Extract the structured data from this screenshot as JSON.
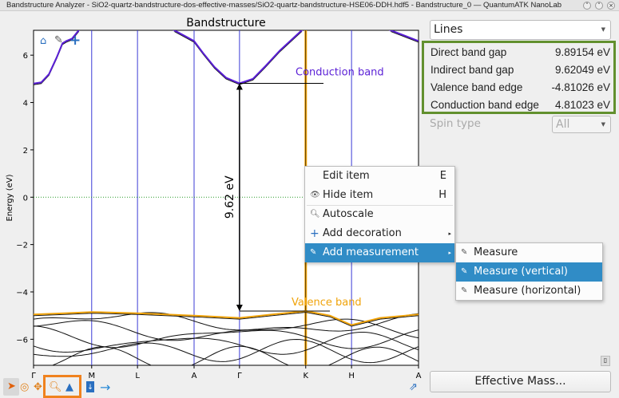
{
  "window": {
    "title": "Bandstructure Analyzer - SiO2-quartz-bandstructure-dos-effective-masses/SiO2-quartz-bandstructure-HSE06-DDH.hdf5 - Bandstructure_0 — QuantumATK NanoLab"
  },
  "chart_data": {
    "type": "line",
    "title": "Bandstructure",
    "xlabel": "",
    "ylabel": "Energy (eV)",
    "ylim": [
      -7.1,
      7.05
    ],
    "yticks": [
      6,
      4,
      2,
      0,
      -2,
      -4,
      -6
    ],
    "ytick_labels": [
      "6",
      "4",
      "2",
      "0",
      "−2",
      "−4",
      "−6"
    ],
    "xticks": [
      0,
      0.151,
      0.27,
      0.417,
      0.535,
      0.707,
      0.826,
      1
    ],
    "xtick_labels": [
      "Γ",
      "M",
      "L",
      "A",
      "Γ",
      "K",
      "H",
      "A"
    ],
    "fermi_level": 0,
    "highlight_k": 0.707,
    "series": [
      {
        "name": "Conduction band",
        "color": "#5a1fd6",
        "points": [
          [
            0,
            4.8
          ],
          [
            0.02,
            4.85
          ],
          [
            0.04,
            5.2
          ],
          [
            0.06,
            5.9
          ],
          [
            0.075,
            6.5
          ],
          [
            0.085,
            6.6
          ],
          [
            0.1,
            6.7
          ],
          [
            0.12,
            7.1
          ],
          null,
          [
            0.36,
            7.1
          ],
          [
            0.4,
            6.75
          ],
          [
            0.417,
            6.6
          ],
          [
            0.44,
            6.1
          ],
          [
            0.47,
            5.5
          ],
          [
            0.5,
            5.05
          ],
          [
            0.535,
            4.81
          ],
          [
            0.57,
            5.0
          ],
          [
            0.6,
            5.5
          ],
          [
            0.64,
            6.2
          ],
          [
            0.68,
            6.8
          ],
          [
            0.7,
            7.1
          ],
          null,
          [
            0.92,
            7.1
          ],
          [
            0.96,
            6.85
          ],
          [
            1,
            6.6
          ]
        ]
      },
      {
        "name": "Valence band",
        "color": "#f0a30a",
        "points": [
          [
            0,
            -4.95
          ],
          [
            0.08,
            -4.9
          ],
          [
            0.151,
            -4.85
          ],
          [
            0.27,
            -4.9
          ],
          [
            0.417,
            -5.0
          ],
          [
            0.535,
            -5.1
          ],
          [
            0.62,
            -4.95
          ],
          [
            0.707,
            -4.81
          ],
          [
            0.77,
            -5.0
          ],
          [
            0.826,
            -5.4
          ],
          [
            0.9,
            -5.1
          ],
          [
            1,
            -4.95
          ]
        ]
      }
    ],
    "annotations": {
      "gap_label": "9.62 eV",
      "conduction_label": "Conduction band",
      "valence_label": "Valence band"
    }
  },
  "context_menu": {
    "items": [
      {
        "label": "Edit item",
        "shortcut": "E",
        "icon": ""
      },
      {
        "label": "Hide item",
        "shortcut": "H",
        "icon": "eye-icon"
      },
      {
        "label": "Autoscale",
        "icon": "autoscale-icon"
      },
      {
        "label": "Add decoration",
        "icon": "plus-icon"
      },
      {
        "label": "Add measurement",
        "icon": "ruler-icon"
      }
    ]
  },
  "submenu": {
    "items": [
      "Measure",
      "Measure (vertical)",
      "Measure (horizontal)"
    ]
  },
  "panel": {
    "plot_style": "Lines",
    "stats": [
      {
        "label": "Direct band gap",
        "value": "9.89154 eV"
      },
      {
        "label": "Indirect band gap",
        "value": "9.62049 eV"
      },
      {
        "label": "Valence band edge",
        "value": "-4.81026 eV"
      },
      {
        "label": "Conduction band edge",
        "value": "4.81023 eV"
      }
    ],
    "spin_label": "Spin type",
    "spin_value": "All",
    "effective_mass_button": "Effective Mass..."
  },
  "colors": {
    "highlight": "#308cc6",
    "stats_border": "#62902e",
    "toolbar_box": "#f0821e"
  }
}
